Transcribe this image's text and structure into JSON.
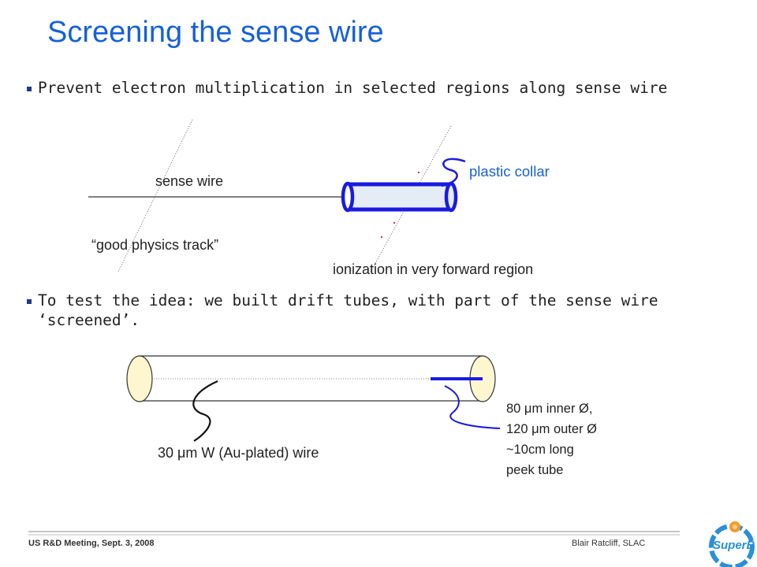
{
  "slide": {
    "title": "Screening the sense wire",
    "bullets": [
      {
        "text": "Prevent electron multiplication in selected regions along sense wire"
      },
      {
        "text_line1": "To test the idea: we built drift tubes, with part of the sense wire",
        "text_line2": "‘screened’."
      }
    ]
  },
  "diagram1": {
    "sense_wire_label": "sense wire",
    "plastic_collar_label": "plastic collar",
    "good_track_label": "“good physics track”",
    "ionization_label": "ionization in very forward region"
  },
  "diagram2": {
    "wire_label": "30 μm W (Au-plated) wire",
    "tube_specs": [
      "80 μm inner Ø,",
      "120 μm outer Ø",
      "~10cm long",
      "peek tube"
    ]
  },
  "footer": {
    "left": "US R&D Meeting, Sept. 3, 2008",
    "right": "Blair Ratcliff, SLAC",
    "logo_text": "SuperB"
  },
  "colors": {
    "title": "#1660d8",
    "accent_blue": "#1a1ae0",
    "logo_blue": "#2a8fd8",
    "logo_orange": "#f29a2e"
  }
}
